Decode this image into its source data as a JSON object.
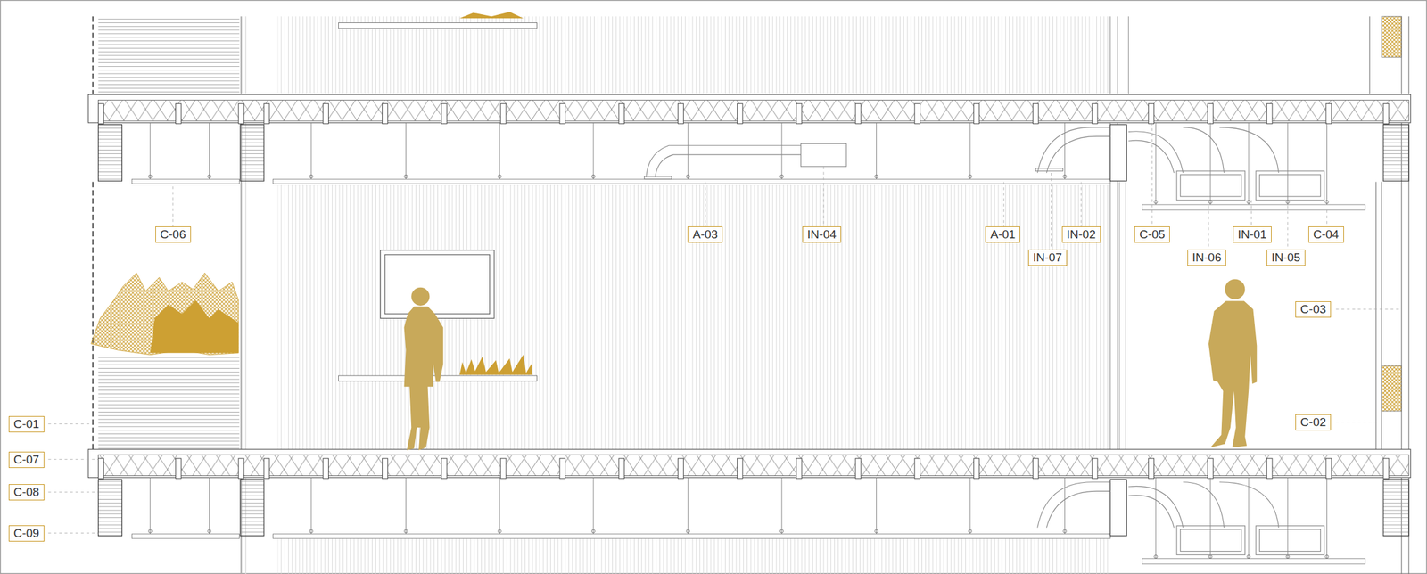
{
  "diagram": {
    "labels": [
      "C-06",
      "A-03",
      "IN-04",
      "A-01",
      "IN-02",
      "C-05",
      "IN-01",
      "C-04",
      "IN-07",
      "IN-06",
      "IN-05",
      "C-03",
      "C-01",
      "C-02",
      "C-07",
      "C-08",
      "C-09"
    ]
  }
}
